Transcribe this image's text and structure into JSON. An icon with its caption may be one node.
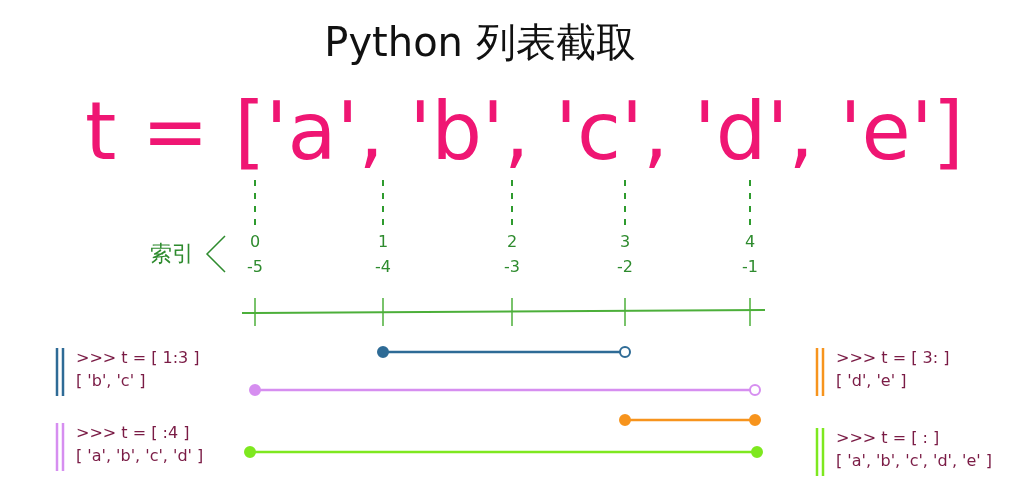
{
  "diagram": {
    "title": "Python 列表截取",
    "labels": [
      "t = ['a', 'b', 'c', 'd', 'e']",
      "索引",
      "0",
      "1",
      "2",
      "3",
      "4",
      "-5",
      "-4",
      "-3",
      "-2",
      "-1",
      ">>> t = [ 1:3 ]",
      "[ 'b', 'c' ]",
      ">>> t = [ 3: ]",
      "[ 'd', 'e' ]",
      ">>> t = [ :4 ]",
      "[ 'a', 'b', 'c', 'd' ]",
      ">>> t = [ : ]",
      "[ 'a', 'b', 'c', 'd', 'e' ]"
    ]
  }
}
